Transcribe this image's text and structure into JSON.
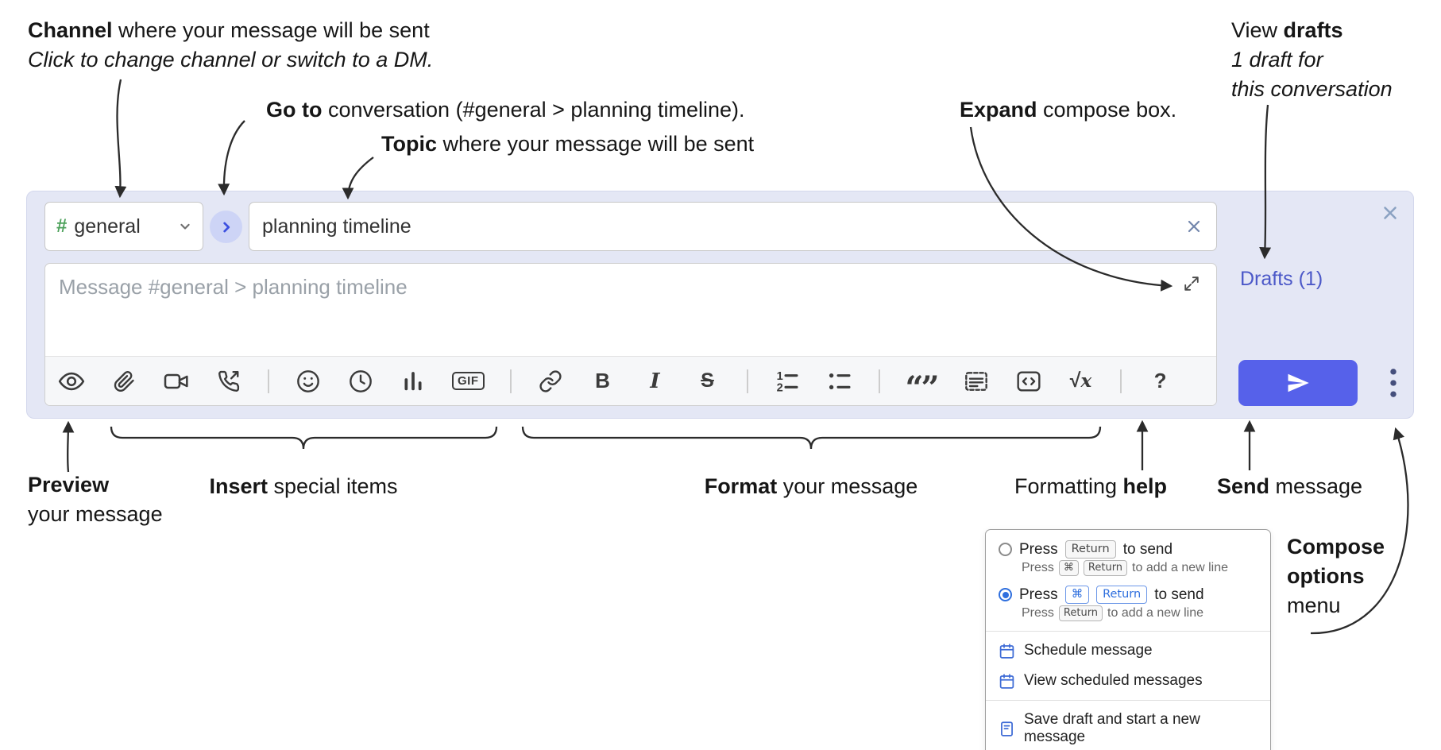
{
  "colors": {
    "accent": "#5661ea",
    "compose_bg": "#e4e7f5",
    "drafts_link": "#4b58c8",
    "channel_green": "#4ea25c",
    "popup_blue": "#2f6fde"
  },
  "annotations": {
    "channel_line1_bold": "Channel",
    "channel_line1_rest": " where your message will be sent",
    "channel_line2": "Click to change channel or switch to a DM.",
    "goto_bold": "Go to",
    "goto_rest": " conversation (#general > planning timeline).",
    "topic_bold": "Topic",
    "topic_rest": " where your message will be sent",
    "expand_bold": "Expand",
    "expand_rest": " compose box.",
    "drafts_pre": "View ",
    "drafts_bold": "drafts",
    "drafts_line2": "1 draft for",
    "drafts_line3": "this conversation",
    "preview_bold": "Preview",
    "preview_line2": "your message",
    "insert_bold": "Insert",
    "insert_rest": " special items",
    "format_bold": "Format",
    "format_rest": " your message",
    "help_pre": "Formatting ",
    "help_bold": "help",
    "send_bold": "Send",
    "send_rest": " message",
    "co_line1": "Compose",
    "co_line2": "options",
    "co_line3": "menu"
  },
  "compose": {
    "channel_hash": "#",
    "channel_name": "general",
    "topic_value": "planning timeline",
    "message_placeholder": "Message #general > planning timeline",
    "drafts_label": "Drafts (1)",
    "gif": "GIF",
    "bold": "B",
    "italic": "I",
    "strike": "S",
    "quote": "“”",
    "math_r": "√",
    "math_x": "x",
    "ol_1": "1",
    "ol_2": "2",
    "help": "?"
  },
  "popup": {
    "opt1": {
      "pre": "Press",
      "key1": "Return",
      "post": "to send",
      "sub_pre": "Press",
      "sub_key1": "⌘",
      "sub_key2": "Return",
      "sub_post": "to add a new line"
    },
    "opt2": {
      "pre": "Press",
      "key1": "⌘",
      "key2": "Return",
      "post": "to send",
      "sub_pre": "Press",
      "sub_key1": "Return",
      "sub_post": "to add a new line"
    },
    "schedule": "Schedule message",
    "view_scheduled": "View scheduled messages",
    "save_draft": "Save draft and start a new message"
  }
}
